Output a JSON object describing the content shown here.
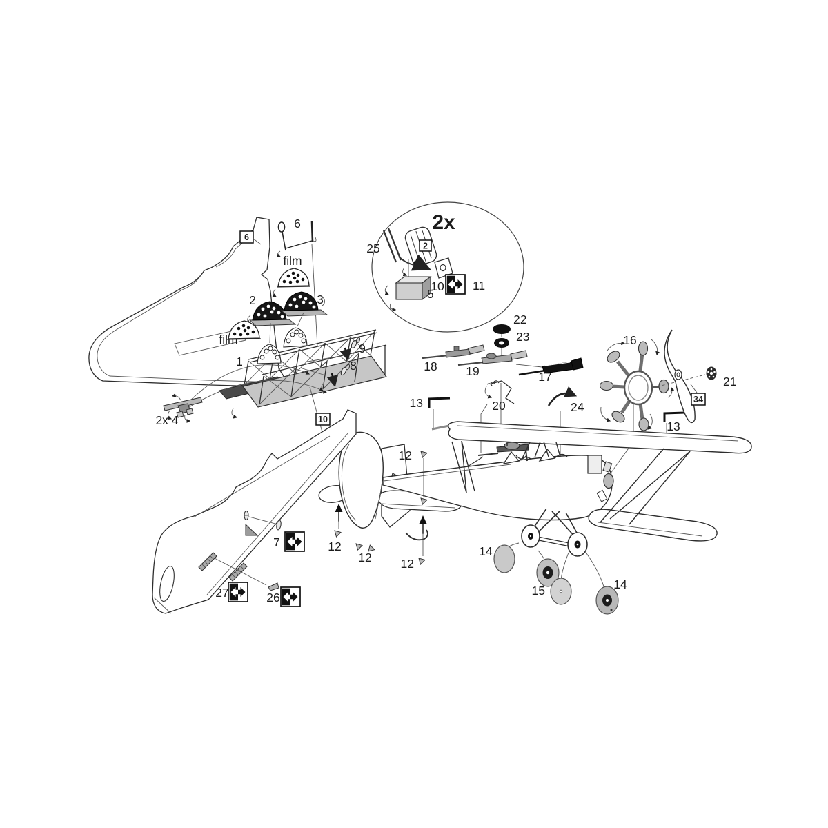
{
  "document": {
    "title": "Biplane model kit exploded assembly diagram",
    "sheet_type": "parts placement instructions"
  },
  "callouts": {
    "part_1": "1",
    "part_2": "2",
    "part_3": "3",
    "part_4_qty": "2x 4",
    "part_5": "5",
    "part_6": "6",
    "part_7": "7",
    "part_8": "8",
    "part_9": "9",
    "part_10": "10",
    "part_11": "11",
    "part_12": "12",
    "part_13": "13",
    "part_14": "14",
    "part_15": "15",
    "part_16": "16",
    "part_17": "17",
    "part_18": "18",
    "part_19": "19",
    "part_20": "20",
    "part_21": "21",
    "part_22": "22",
    "part_23": "23",
    "part_24": "24",
    "part_25": "25",
    "part_26": "26",
    "part_27": "27",
    "film_label": "film",
    "quantity_2x": "2x"
  },
  "boxed_references": {
    "ref_6": "6",
    "ref_2": "2",
    "ref_10": "10",
    "ref_34": "34"
  },
  "icons": {
    "color_swap_icon": "black/white left-right swap arrows",
    "direction_arrow": "solid placement arrow",
    "rotation_arrow": "curved install arrow"
  },
  "colors": {
    "line": "#2d2d2d",
    "part_fill_gray": "#c6c6c6",
    "dark_part": "#141414",
    "background": "#ffffff"
  }
}
